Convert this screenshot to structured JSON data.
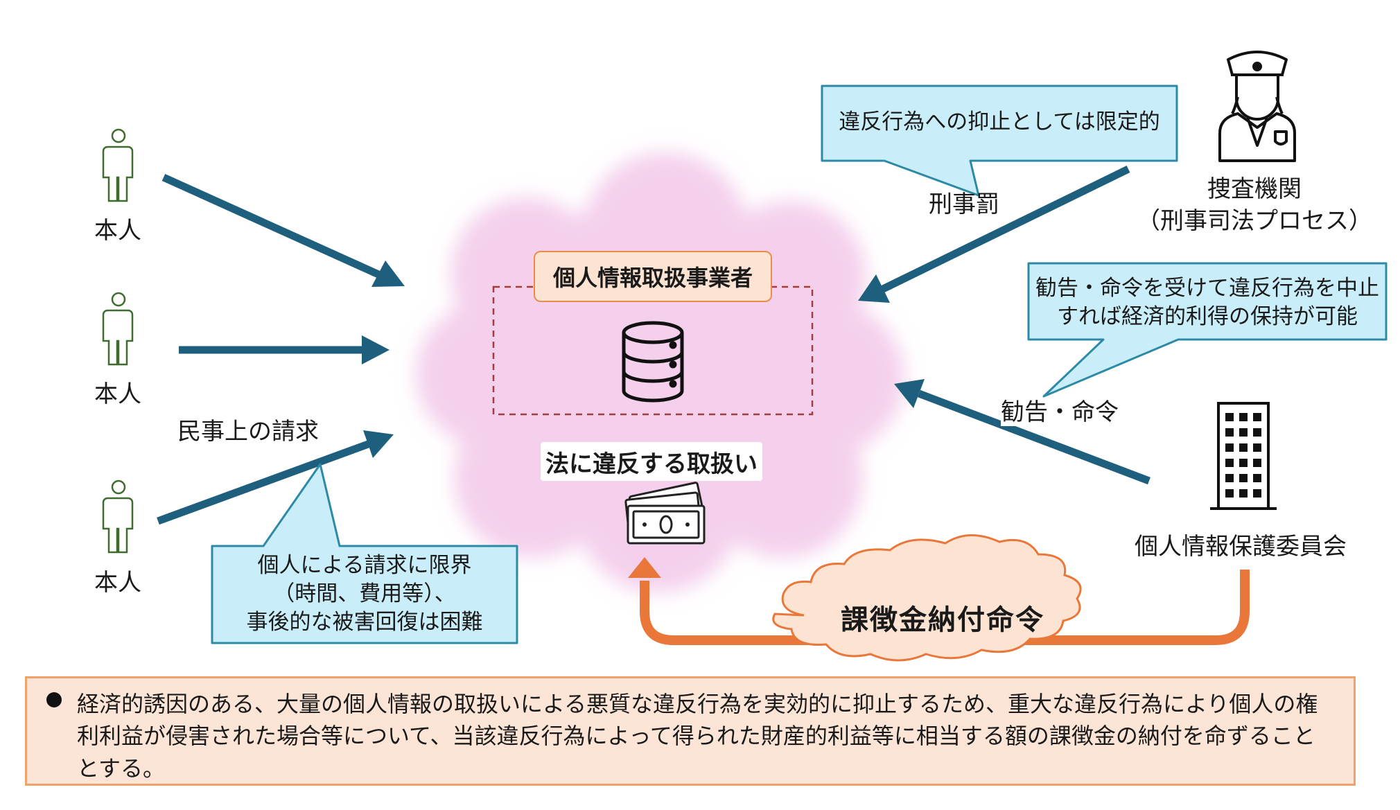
{
  "labels": {
    "person": "本人",
    "civil_claim": "民事上の請求",
    "business": "個人情報取扱事業者",
    "illegal_handling": "法に違反する取扱い",
    "criminal_penalty": "刑事罰",
    "investigation_agency": "捜査機関",
    "criminal_process": "（刑事司法プロセス）",
    "recommendation_order": "勧告・命令",
    "ppc": "個人情報保護委員会",
    "surcharge_order": "課徴金納付命令"
  },
  "callouts": {
    "criminal": [
      "違反行為への抑止としては限定的"
    ],
    "recommendation": [
      "勧告・命令を受けて違反行為を中止",
      "すれば経済的利得の保持が可能"
    ],
    "individual": [
      "個人による請求に限界",
      "（時間、費用等）、",
      "事後的な被害回復は困難"
    ]
  },
  "notice": "経済的誘因のある、大量の個人情報の取扱いによる悪質な違反行為を実効的に抑止するため、重大な違反行為により個人の権利利益が侵害された場合等について、当該違反行為によって得られた財産的利益等に相当する額の課徴金の納付を命ずることとする。",
  "colors": {
    "arrow": "#1e5f7e",
    "callout_fill": "#c9eef9",
    "callout_border": "#2c8aa6",
    "cloud": "#f3cdea",
    "orange": "#e9773a",
    "orange_cloud": "#fde3d2",
    "person_icon": "#3e6b2e",
    "notice_fill": "#fce5d6",
    "notice_border": "#f0a26b"
  },
  "icons": [
    "person-icon",
    "database-icon",
    "money-icon",
    "police-officer-icon",
    "office-building-icon"
  ]
}
